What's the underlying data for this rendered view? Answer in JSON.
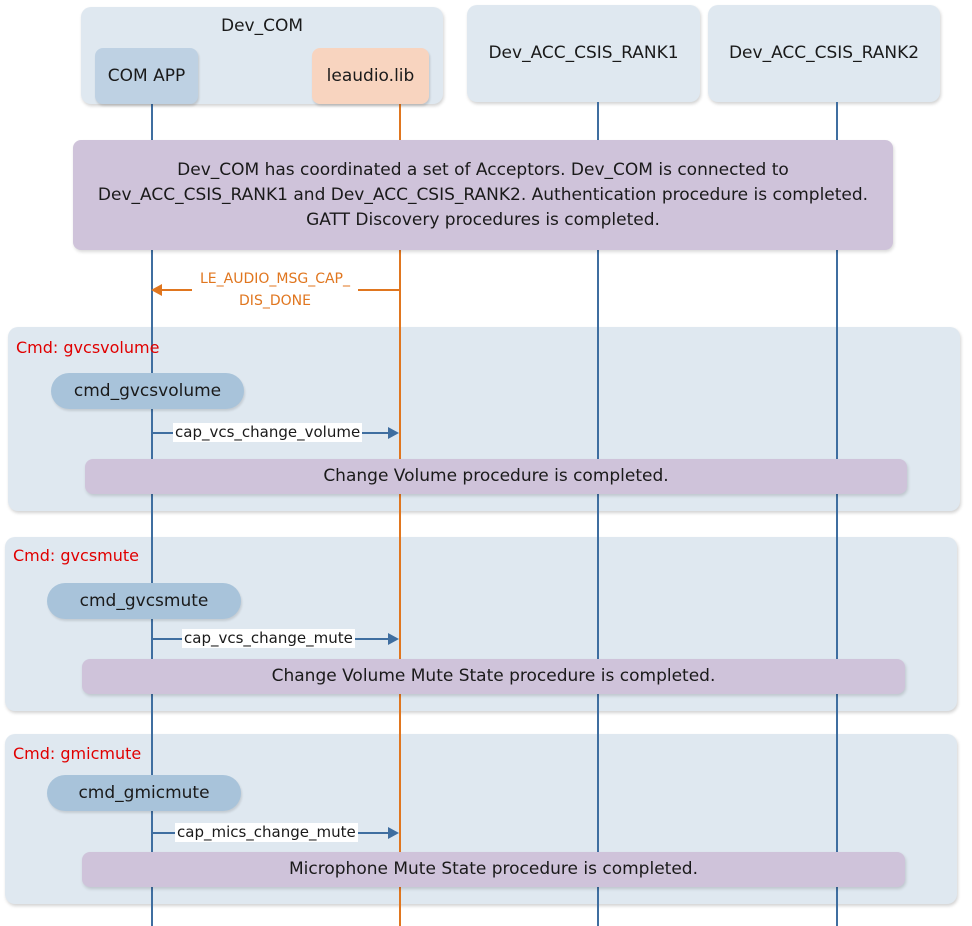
{
  "colors": {
    "panel_bg": "#dfe8f0",
    "blue_actor": "#bed1e3",
    "orange_actor": "#f8d4bf",
    "lifeline_blue": "#3f6ea0",
    "lifeline_orange": "#e0761f",
    "note_purple": "#cfc3da",
    "cmd_pill": "#a8c3da",
    "section_label_red": "#e00000",
    "orange_msg_text": "#e0761f"
  },
  "devices": {
    "dev_com": {
      "title": "Dev_COM",
      "actors": {
        "com_app": "COM APP",
        "leaudio_lib": "leaudio.lib"
      }
    },
    "rank1": {
      "title": "Dev_ACC_CSIS_RANK1"
    },
    "rank2": {
      "title": "Dev_ACC_CSIS_RANK2"
    }
  },
  "intro_note": {
    "line1": "Dev_COM has coordinated a set of Acceptors.  Dev_COM is connected to",
    "line2": "Dev_ACC_CSIS_RANK1 and Dev_ACC_CSIS_RANK2. Authentication procedure is completed.",
    "line3": "GATT Discovery procedures is completed."
  },
  "dis_done_msg": {
    "line1": "LE_AUDIO_MSG_CAP_",
    "line2": "DIS_DONE"
  },
  "sections": [
    {
      "label": "Cmd: gvcsvolume",
      "command": "cmd_gvcsvolume",
      "message": "cap_vcs_change_volume",
      "result": "Change Volume procedure is completed."
    },
    {
      "label": "Cmd: gvcsmute",
      "command": "cmd_gvcsmute",
      "message": "cap_vcs_change_mute",
      "result": "Change Volume Mute State procedure is completed."
    },
    {
      "label": "Cmd: gmicmute",
      "command": "cmd_gmicmute",
      "message": "cap_mics_change_mute",
      "result": "Microphone Mute State procedure is completed."
    }
  ]
}
